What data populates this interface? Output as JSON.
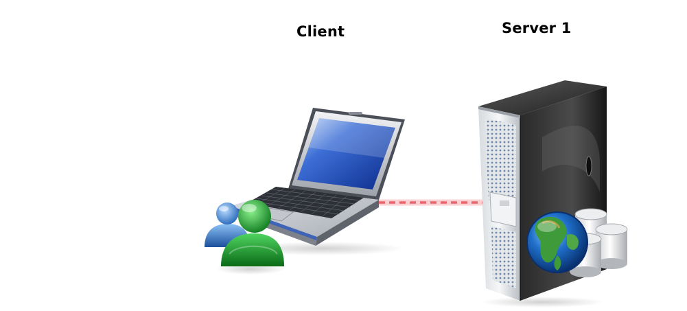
{
  "labels": {
    "client": "Client",
    "server": "Server 1"
  },
  "connection": {
    "color": "#e8303a",
    "glow": "#f6b3b6",
    "style": "dashed"
  },
  "icons": [
    "laptop-icon",
    "users-icon",
    "server-tower-icon",
    "globe-icon",
    "database-icon"
  ]
}
